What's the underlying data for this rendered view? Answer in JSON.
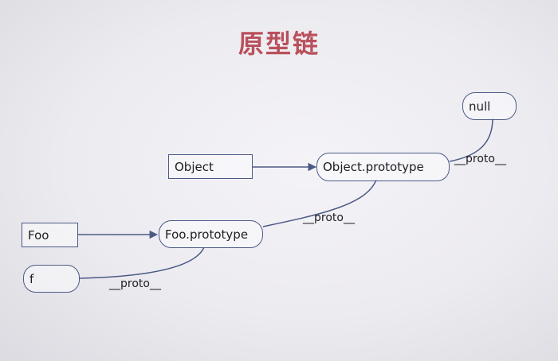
{
  "title": "原型链",
  "nodes": {
    "object": "Object",
    "object_prototype": "Object.prototype",
    "null": "null",
    "foo": "Foo",
    "foo_prototype": "Foo.prototype",
    "f": "f"
  },
  "edges": {
    "proto_label_null": "__proto__",
    "proto_label_object": "__proto__",
    "proto_label_foo": "__proto__"
  },
  "colors": {
    "title": "#b9505c",
    "stroke": "#4c5a86"
  }
}
